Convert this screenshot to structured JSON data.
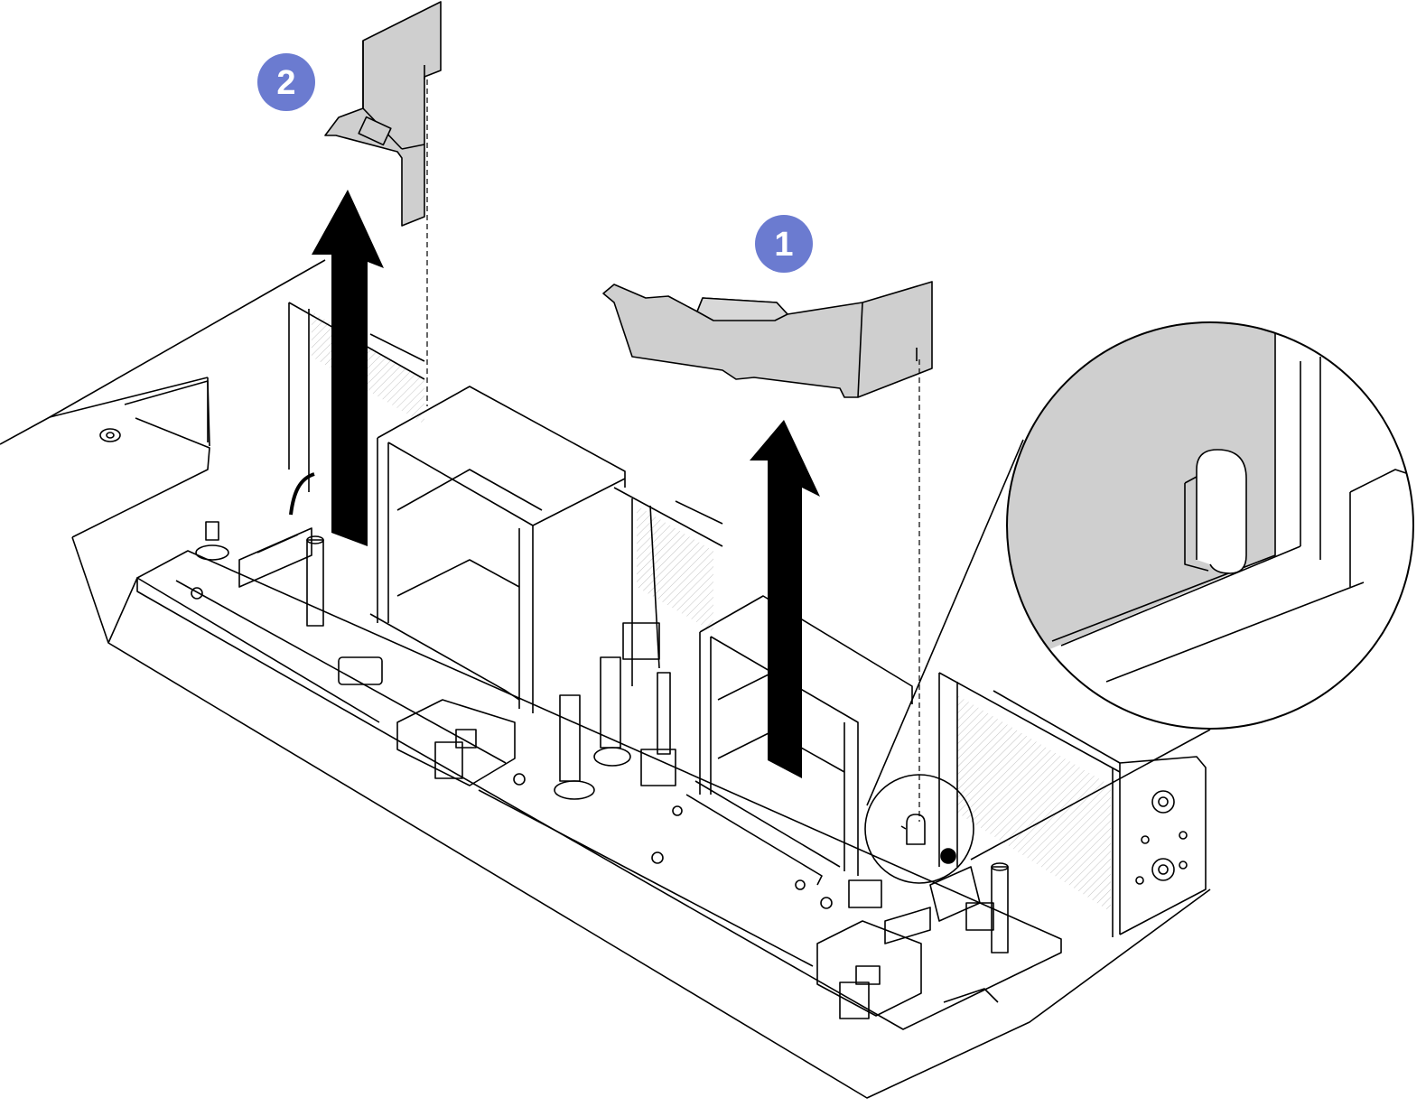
{
  "figure": {
    "description_hidden": "",
    "steps": [
      {
        "number": "1",
        "action": "lift-up",
        "part": "air-baffle-long"
      },
      {
        "number": "2",
        "action": "lift-up",
        "part": "air-baffle-short"
      }
    ],
    "colors": {
      "badge": "#6b7bd0",
      "badge_text": "#ffffff",
      "baffle_fill": "#cfcfcf",
      "arrow": "#000000",
      "line": "#000000",
      "hatch": "#bdbdbd"
    },
    "icons": [
      "lift-arrow-icon",
      "callout-magnifier-icon",
      "guide-pin-slot-icon"
    ]
  }
}
